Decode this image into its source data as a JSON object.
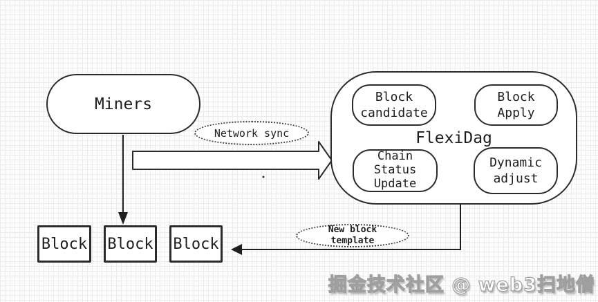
{
  "canvas": {
    "width": "865",
    "height": "437"
  },
  "diagram": {
    "miners_label": "Miners",
    "network_sync_label": "Network sync",
    "flexidag_label": "FlexiDag",
    "block_candidate_label": "Block\ncandidate",
    "block_apply_label": "Block\nApply",
    "chain_status_update_label": "Chain\nStatus\nUpdate",
    "dynamic_adjust_label": "Dynamic\nadjust",
    "new_block_template_label": "New block\ntemplate",
    "block_labels": [
      {
        "label": "Block"
      },
      {
        "label": "Block"
      },
      {
        "label": "Block"
      }
    ]
  },
  "watermark": {
    "text": "掘金技术社区 @ web3扫地僧"
  },
  "colors": {
    "stroke": "#2b2b2b",
    "node_fill": "#ffffff",
    "grid_line": "#ececec",
    "watermark_fill": "#ffffff",
    "watermark_outline": "#9f9f9f"
  }
}
